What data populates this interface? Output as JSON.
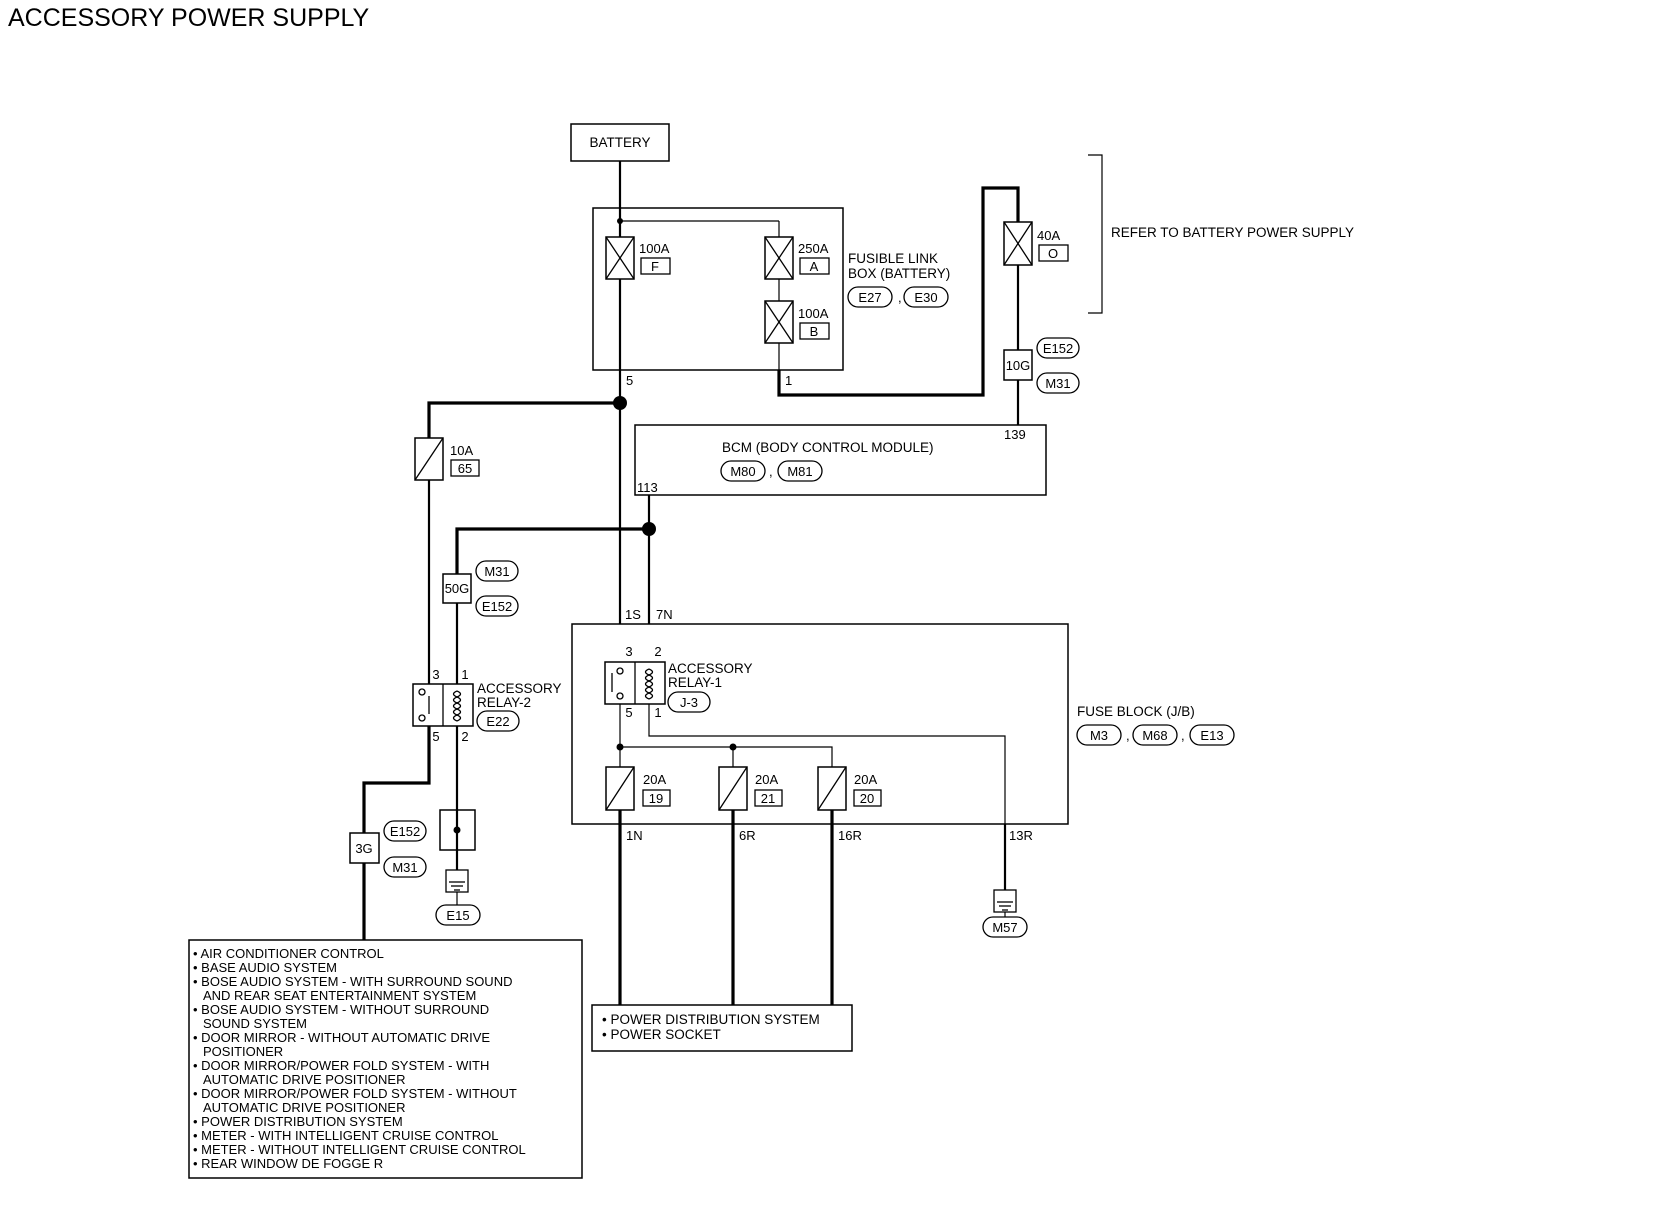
{
  "title": "ACCESSORY POWER SUPPLY",
  "battery": "BATTERY",
  "fusible_link_box": {
    "label_line1": "FUSIBLE LINK",
    "label_line2": "BOX (BATTERY)",
    "connectors": [
      "E27",
      "E30"
    ],
    "fuses": [
      {
        "rating": "100A",
        "id": "F"
      },
      {
        "rating": "250A",
        "id": "A"
      },
      {
        "rating": "100A",
        "id": "B"
      }
    ],
    "terminals": [
      "5",
      "1"
    ]
  },
  "fuse_40a": {
    "rating": "40A",
    "id": "O"
  },
  "refer_note": "REFER TO BATTERY POWER SUPPLY",
  "joint_10g": {
    "label": "10G",
    "connectors": [
      "E152",
      "M31"
    ]
  },
  "bcm": {
    "label": "BCM (BODY CONTROL MODULE)",
    "connectors": [
      "M80",
      "M81"
    ],
    "terminals": [
      "139",
      "113"
    ]
  },
  "fuse_10a": {
    "rating": "10A",
    "id": "65"
  },
  "joint_50g": {
    "label": "50G",
    "connectors": [
      "M31",
      "E152"
    ]
  },
  "relay2": {
    "line1": "ACCESSORY",
    "line2": "RELAY-2",
    "connector": "E22",
    "pins": [
      "3",
      "1",
      "5",
      "2"
    ]
  },
  "relay1": {
    "line1": "ACCESSORY",
    "line2": "RELAY-1",
    "connector": "J-3",
    "pins": [
      "3",
      "2",
      "5",
      "1"
    ]
  },
  "fuse_block": {
    "label": "FUSE BLOCK (J/B)",
    "connectors": [
      "M3",
      "M68",
      "E13"
    ],
    "input_terminals": [
      "1S",
      "7N"
    ],
    "fuses": [
      {
        "rating": "20A",
        "id": "19"
      },
      {
        "rating": "20A",
        "id": "21"
      },
      {
        "rating": "20A",
        "id": "20"
      }
    ],
    "output_terminals": [
      "1N",
      "6R",
      "16R",
      "13R"
    ]
  },
  "joint_3g": {
    "label": "3G",
    "connectors": [
      "E152",
      "M31"
    ]
  },
  "grounds": [
    "E15",
    "M57"
  ],
  "left_list": [
    "• AIR CONDITIONER CONTROL",
    "• BASE AUDIO SYSTEM",
    "• BOSE AUDIO SYSTEM - WITH SURROUND SOUND",
    "AND REAR SEAT ENTERTAINMENT SYSTEM",
    "• BOSE AUDIO SYSTEM - WITHOUT SURROUND",
    "SOUND SYSTEM",
    "• DOOR MIRROR - WITHOUT AUTOMATIC DRIVE",
    "POSITIONER",
    "• DOOR MIRROR/POWER FOLD SYSTEM - WITH",
    "AUTOMATIC DRIVE POSITIONER",
    "• DOOR MIRROR/POWER FOLD SYSTEM - WITHOUT",
    "AUTOMATIC DRIVE POSITIONER",
    "• POWER DISTRIBUTION SYSTEM",
    "• METER - WITH INTELLIGENT CRUISE CONTROL",
    "• METER - WITHOUT INTELLIGENT CRUISE CONTROL",
    "• REAR WINDOW DE FOGGE R"
  ],
  "right_list": [
    "• POWER DISTRIBUTION SYSTEM",
    "• POWER SOCKET"
  ]
}
